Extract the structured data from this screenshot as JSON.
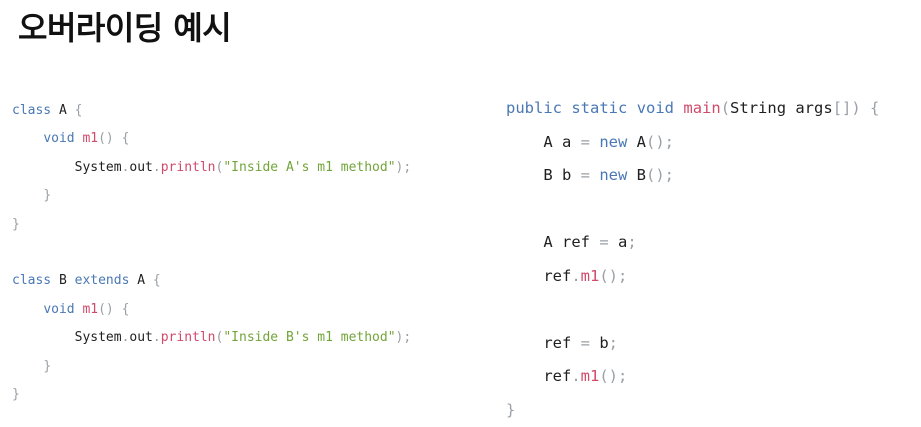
{
  "title": "오버라이딩 예시",
  "colors": {
    "keyword": "#4a78b5",
    "function": "#d04a6a",
    "string": "#72a43a",
    "punctuation": "#9aa0a6",
    "identifier": "#1f1f1f"
  },
  "code_left": [
    [
      [
        "kw",
        "class"
      ],
      [
        "id",
        " A "
      ],
      [
        "pn",
        "{"
      ]
    ],
    [
      [
        "id",
        "    "
      ],
      [
        "kw",
        "void"
      ],
      [
        "id",
        " "
      ],
      [
        "fn",
        "m1"
      ],
      [
        "pn",
        "()"
      ],
      [
        "id",
        " "
      ],
      [
        "pn",
        "{"
      ]
    ],
    [
      [
        "id",
        "        System"
      ],
      [
        "pn",
        "."
      ],
      [
        "id",
        "out"
      ],
      [
        "pn",
        "."
      ],
      [
        "fn",
        "println"
      ],
      [
        "pn",
        "("
      ],
      [
        "str",
        "\"Inside A's m1 method\""
      ],
      [
        "pn",
        ");"
      ]
    ],
    [
      [
        "id",
        "    "
      ],
      [
        "pn",
        "}"
      ]
    ],
    [
      [
        "pn",
        "}"
      ]
    ],
    [
      [
        "id",
        ""
      ]
    ],
    [
      [
        "kw",
        "class"
      ],
      [
        "id",
        " B "
      ],
      [
        "kw",
        "extends"
      ],
      [
        "id",
        " A "
      ],
      [
        "pn",
        "{"
      ]
    ],
    [
      [
        "id",
        "    "
      ],
      [
        "kw",
        "void"
      ],
      [
        "id",
        " "
      ],
      [
        "fn",
        "m1"
      ],
      [
        "pn",
        "()"
      ],
      [
        "id",
        " "
      ],
      [
        "pn",
        "{"
      ]
    ],
    [
      [
        "id",
        "        System"
      ],
      [
        "pn",
        "."
      ],
      [
        "id",
        "out"
      ],
      [
        "pn",
        "."
      ],
      [
        "fn",
        "println"
      ],
      [
        "pn",
        "("
      ],
      [
        "str",
        "\"Inside B's m1 method\""
      ],
      [
        "pn",
        ");"
      ]
    ],
    [
      [
        "id",
        "    "
      ],
      [
        "pn",
        "}"
      ]
    ],
    [
      [
        "pn",
        "}"
      ]
    ]
  ],
  "code_right": [
    [
      [
        "kw",
        "public"
      ],
      [
        "id",
        " "
      ],
      [
        "kw",
        "static"
      ],
      [
        "id",
        " "
      ],
      [
        "kw",
        "void"
      ],
      [
        "id",
        " "
      ],
      [
        "fn",
        "main"
      ],
      [
        "pn",
        "("
      ],
      [
        "id",
        "String args"
      ],
      [
        "pn",
        "[])"
      ],
      [
        "id",
        " "
      ],
      [
        "pn",
        "{"
      ]
    ],
    [
      [
        "id",
        "    A a "
      ],
      [
        "pn",
        "="
      ],
      [
        "id",
        " "
      ],
      [
        "kw",
        "new"
      ],
      [
        "id",
        " A"
      ],
      [
        "pn",
        "();"
      ]
    ],
    [
      [
        "id",
        "    B b "
      ],
      [
        "pn",
        "="
      ],
      [
        "id",
        " "
      ],
      [
        "kw",
        "new"
      ],
      [
        "id",
        " B"
      ],
      [
        "pn",
        "();"
      ]
    ],
    [
      [
        "id",
        ""
      ]
    ],
    [
      [
        "id",
        "    A ref "
      ],
      [
        "pn",
        "="
      ],
      [
        "id",
        " a"
      ],
      [
        "pn",
        ";"
      ]
    ],
    [
      [
        "id",
        "    ref"
      ],
      [
        "pn",
        "."
      ],
      [
        "fn",
        "m1"
      ],
      [
        "pn",
        "();"
      ]
    ],
    [
      [
        "id",
        ""
      ]
    ],
    [
      [
        "id",
        "    ref "
      ],
      [
        "pn",
        "="
      ],
      [
        "id",
        " b"
      ],
      [
        "pn",
        ";"
      ]
    ],
    [
      [
        "id",
        "    ref"
      ],
      [
        "pn",
        "."
      ],
      [
        "fn",
        "m1"
      ],
      [
        "pn",
        "();"
      ]
    ],
    [
      [
        "pn",
        "}"
      ]
    ]
  ]
}
